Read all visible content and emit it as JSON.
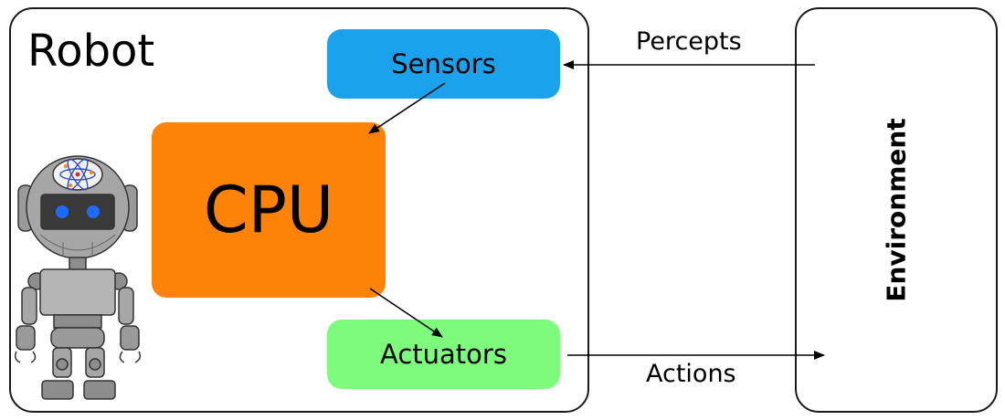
{
  "robot": {
    "title": "Robot"
  },
  "nodes": {
    "sensors": "Sensors",
    "cpu": "CPU",
    "actuators": "Actuators"
  },
  "environment": {
    "label": "Environment"
  },
  "flows": {
    "percepts": "Percepts",
    "actions": "Actions"
  },
  "colors": {
    "sensors": "#1aa3ec",
    "cpu": "#fd8208",
    "actuators": "#7dfb7c",
    "robot_eyes": "#1e6bff"
  },
  "icons": {
    "robot_illustration": "robot-icon",
    "atom_on_head": "atom-icon"
  }
}
